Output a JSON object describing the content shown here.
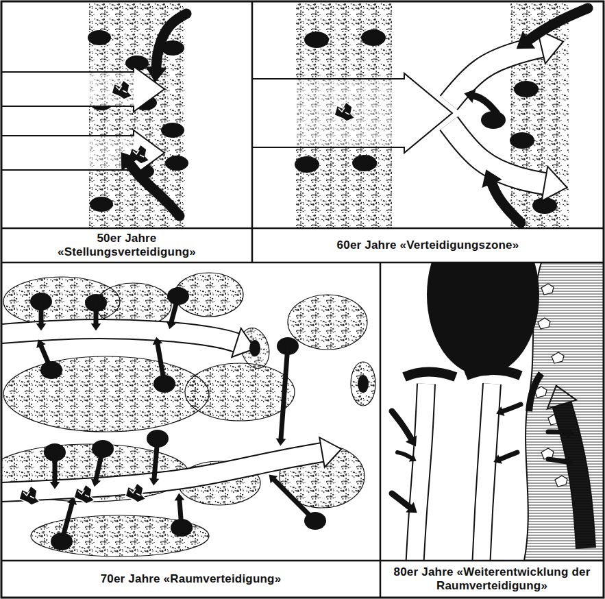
{
  "diagram": {
    "nodes": [
      {
        "text": [
          "50er Jahre «Stellungsverteidigung»"
        ]
      },
      {
        "text": [
          "60er Jahre «Verteidigungszone»"
        ]
      },
      {
        "text": [
          "70er Jahre «Raumverteidigung»"
        ]
      },
      {
        "text": [
          "80er Jahre «Weiterentwicklung der Raumverteidigung»"
        ]
      }
    ]
  }
}
